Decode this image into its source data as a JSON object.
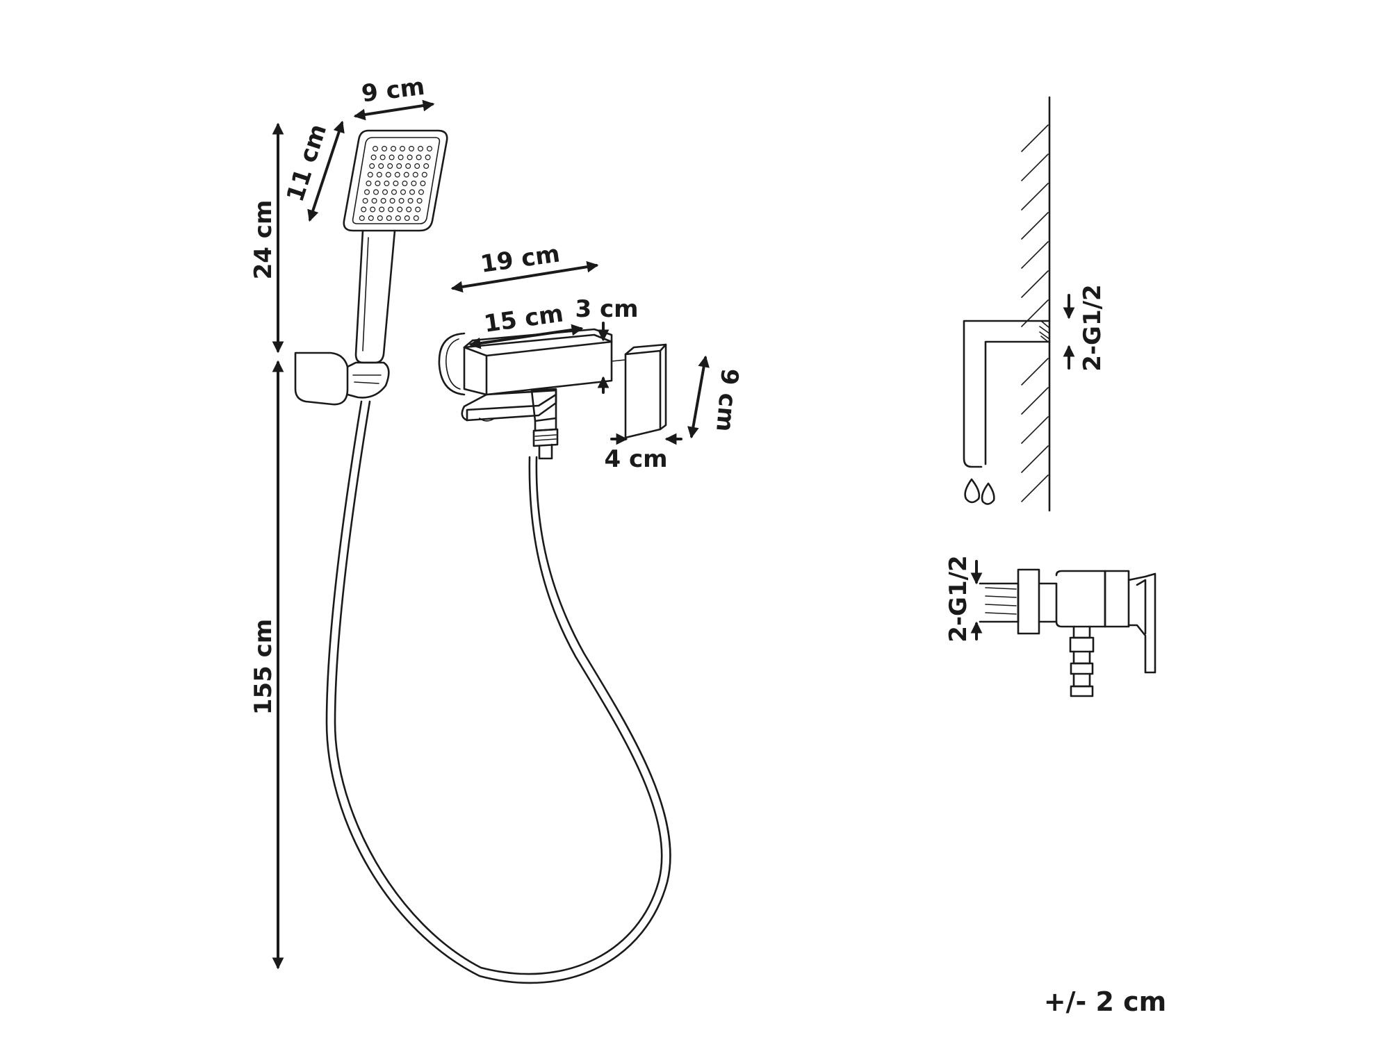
{
  "dimensions": {
    "head_width": "9 cm",
    "head_height": "11 cm",
    "handle_length": "24 cm",
    "hose_length": "155 cm",
    "mixer_total_length": "19 cm",
    "mixer_body_length": "15 cm",
    "lever_thickness": "3 cm",
    "mixer_height": "9 cm",
    "lever_depth": "4 cm"
  },
  "connections": {
    "wall_thread": "2-G1/2",
    "mixer_thread": "2-G1/2"
  },
  "tolerance": "+/- 2 cm",
  "colors": {
    "line": "#1a1a1a",
    "background": "#ffffff"
  }
}
